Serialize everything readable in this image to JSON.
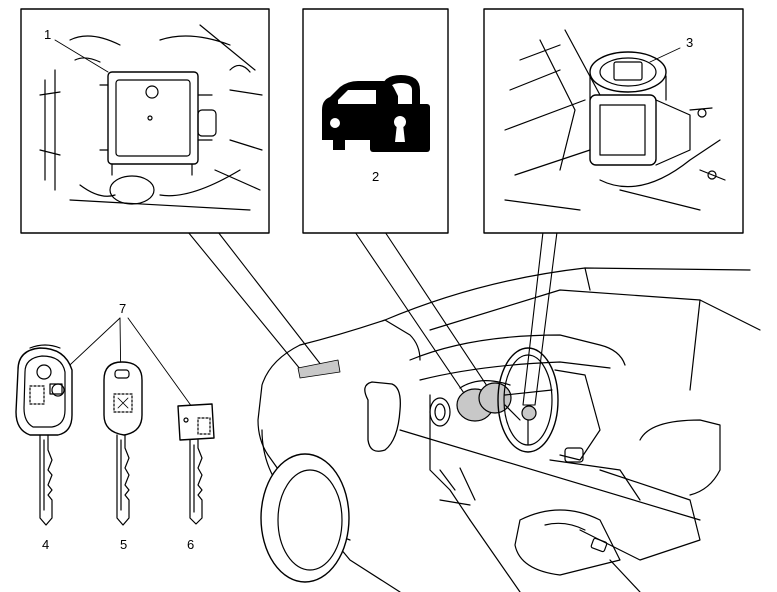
{
  "callouts": {
    "c1": "1",
    "c2": "2",
    "c3": "3",
    "c4": "4",
    "c5": "5",
    "c6": "6",
    "c7": "7"
  },
  "icons": {
    "panel_1": "ecm-module-icon",
    "panel_2": "car-lock-indicator-icon",
    "panel_3": "ignition-switch-coil-icon",
    "key_4": "remote-key-fob-icon",
    "key_5": "transponder-key-icon",
    "key_6": "flip-key-blade-icon"
  },
  "colors": {
    "line": "#000000",
    "shade": "#c8c8c8",
    "background": "#ffffff"
  }
}
